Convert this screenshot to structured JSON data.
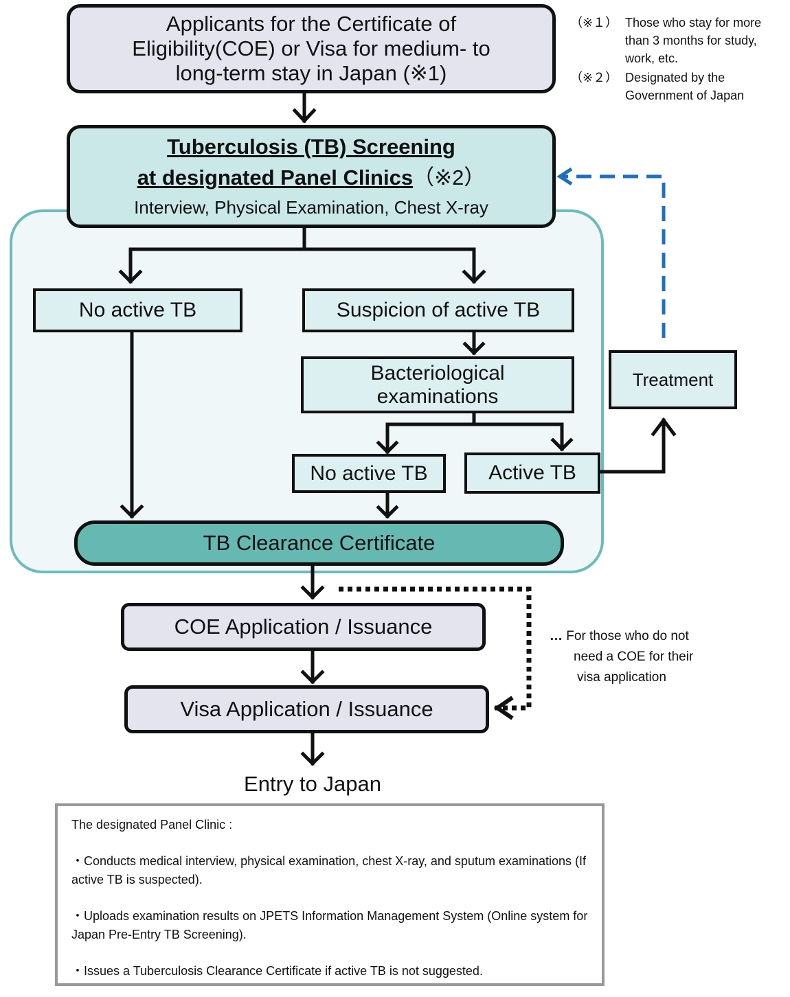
{
  "applicants": {
    "text_l1": "Applicants for the Certificate of",
    "text_l2": "Eligibility(COE) or Visa for medium- to",
    "text_l3": "long-term stay in Japan (※1)"
  },
  "notes": {
    "n1_mark": "（※１）",
    "n1_text": "Those who stay for more than 3 months  for study, work, etc.",
    "n2_mark": "（※２）",
    "n2_text": "Designated by the Government of Japan"
  },
  "screening": {
    "title_l1": "Tuberculosis (TB) Screening",
    "title_l2": "at designated Panel Clinics",
    "title_mark": "（※2）",
    "subtitle": "Interview, Physical Examination, Chest X-ray"
  },
  "no_active_tb_left": "No active TB",
  "suspicion": "Suspicion of active TB",
  "bacteriological": {
    "l1": "Bacteriological",
    "l2": "examinations"
  },
  "no_active_tb_right": "No active TB",
  "active_tb": "Active TB",
  "treatment": "Treatment",
  "tb_clearance": "TB Clearance Certificate",
  "coe_application": "COE Application / Issuance",
  "visa_application": "Visa Application / Issuance",
  "entry": "Entry to Japan",
  "no_coe_note": {
    "dots": "…",
    "l1": "For those who do not",
    "l2": "need a COE  for their",
    "l3": "visa  application"
  },
  "panel_clinic_info": {
    "heading": "The designated Panel Clinic :",
    "bullet1": "・Conducts medical interview, physical examination, chest X-ray, and sputum examinations (If active TB is suspected).",
    "bullet2": "・Uploads examination results on JPETS Information Management System (Online system for Japan Pre-Entry TB Screening).",
    "bullet3": "・Issues a Tuberculosis Clearance Certificate if active TB is not suggested."
  },
  "colors": {
    "applicant_fill": "#e4e4ef",
    "screening_fill": "#cbe8e8",
    "region_fill": "#eff7f8",
    "region_border": "#6dbbbd",
    "certificate_fill": "#66b9b2",
    "feedback_arrow": "#1f6fc0"
  }
}
